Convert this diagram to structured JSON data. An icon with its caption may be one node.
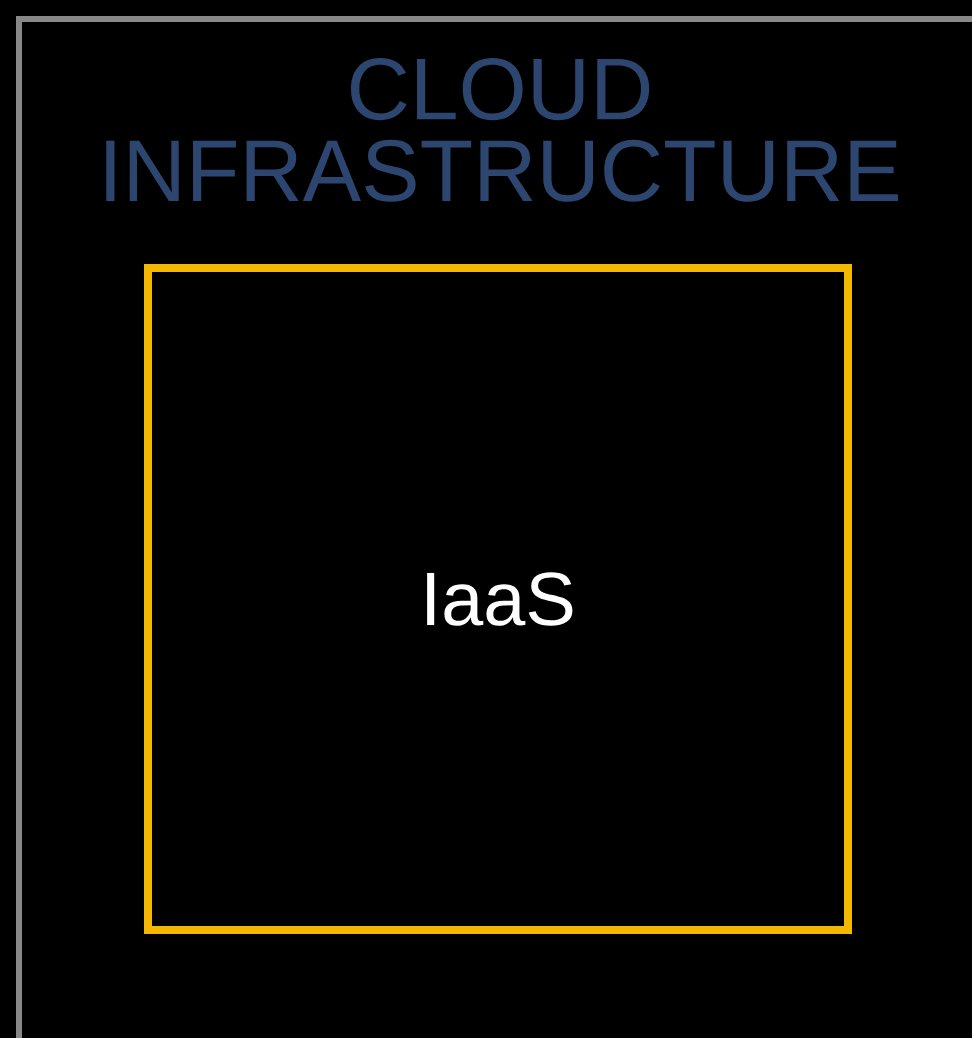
{
  "diagram": {
    "nodes": [
      {
        "text": [
          "CLOUD INFRASTRUCTURE"
        ]
      },
      {
        "text": [
          "IaaS"
        ],
        "in": 0
      }
    ]
  }
}
